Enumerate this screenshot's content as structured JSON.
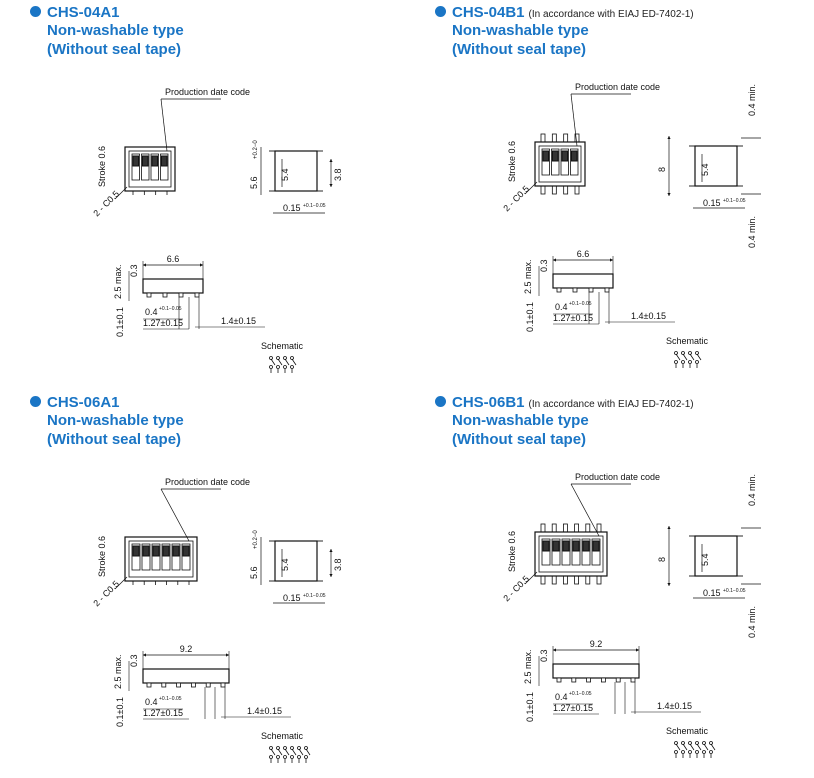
{
  "panels": [
    {
      "model": "CHS-04A1",
      "note": "",
      "subtitle1": "Non-washable type",
      "subtitle2": "(Without seal tape)",
      "variant": "A",
      "switches": 4,
      "labels": {
        "production_date_code": "Production date code",
        "stroke": "Stroke 0.6",
        "chamfer": "2 - C0.5",
        "height": "5.6",
        "height_tol": "+0.2−0",
        "body": "5.4",
        "side": "3.8",
        "lead_thk": "0.15",
        "lead_thk_tol": "+0.1−0.05",
        "length": "6.6",
        "top": "0.3",
        "max_h": "2.5 max.",
        "standoff": "0.1±0.1",
        "lead_w": "0.4",
        "lead_w_tol": "+0.1−0.05",
        "pitch": "1.27±0.15",
        "offset": "1.4±0.15",
        "schematic": "Schematic",
        "overall": "",
        "min1": "",
        "min2": ""
      }
    },
    {
      "model": "CHS-04B1",
      "note": "(In accordance with EIAJ ED-7402-1)",
      "subtitle1": "Non-washable type",
      "subtitle2": "(Without seal tape)",
      "variant": "B",
      "switches": 4,
      "labels": {
        "production_date_code": "Production date code",
        "stroke": "Stroke 0.6",
        "chamfer": "2 - C0.5",
        "height": "",
        "height_tol": "",
        "body": "5.4",
        "side": "",
        "lead_thk": "0.15",
        "lead_thk_tol": "+0.1−0.05",
        "length": "6.6",
        "top": "0.3",
        "max_h": "2.5 max.",
        "standoff": "0.1±0.1",
        "lead_w": "0.4",
        "lead_w_tol": "+0.1−0.05",
        "pitch": "1.27±0.15",
        "offset": "1.4±0.15",
        "schematic": "Schematic",
        "overall": "8",
        "min1": "0.4 min.",
        "min2": "0.4 min."
      }
    },
    {
      "model": "CHS-06A1",
      "note": "",
      "subtitle1": "Non-washable type",
      "subtitle2": "(Without seal tape)",
      "variant": "A",
      "switches": 6,
      "labels": {
        "production_date_code": "Production date code",
        "stroke": "Stroke 0.6",
        "chamfer": "2 - C0.5",
        "height": "5.6",
        "height_tol": "+0.2−0",
        "body": "5.4",
        "side": "3.8",
        "lead_thk": "0.15",
        "lead_thk_tol": "+0.1−0.05",
        "length": "9.2",
        "top": "0.3",
        "max_h": "2.5 max.",
        "standoff": "0.1±0.1",
        "lead_w": "0.4",
        "lead_w_tol": "+0.1−0.05",
        "pitch": "1.27±0.15",
        "offset": "1.4±0.15",
        "schematic": "Schematic",
        "overall": "",
        "min1": "",
        "min2": ""
      }
    },
    {
      "model": "CHS-06B1",
      "note": "(In accordance with EIAJ ED-7402-1)",
      "subtitle1": "Non-washable type",
      "subtitle2": "(Without seal tape)",
      "variant": "B",
      "switches": 6,
      "labels": {
        "production_date_code": "Production date code",
        "stroke": "Stroke 0.6",
        "chamfer": "2 - C0.5",
        "height": "",
        "height_tol": "",
        "body": "5.4",
        "side": "",
        "lead_thk": "0.15",
        "lead_thk_tol": "+0.1−0.05",
        "length": "9.2",
        "top": "0.3",
        "max_h": "2.5 max.",
        "standoff": "0.1±0.1",
        "lead_w": "0.4",
        "lead_w_tol": "+0.1−0.05",
        "pitch": "1.27±0.15",
        "offset": "1.4±0.15",
        "schematic": "Schematic",
        "overall": "8",
        "min1": "0.4 min.",
        "min2": "0.4 min."
      }
    }
  ]
}
